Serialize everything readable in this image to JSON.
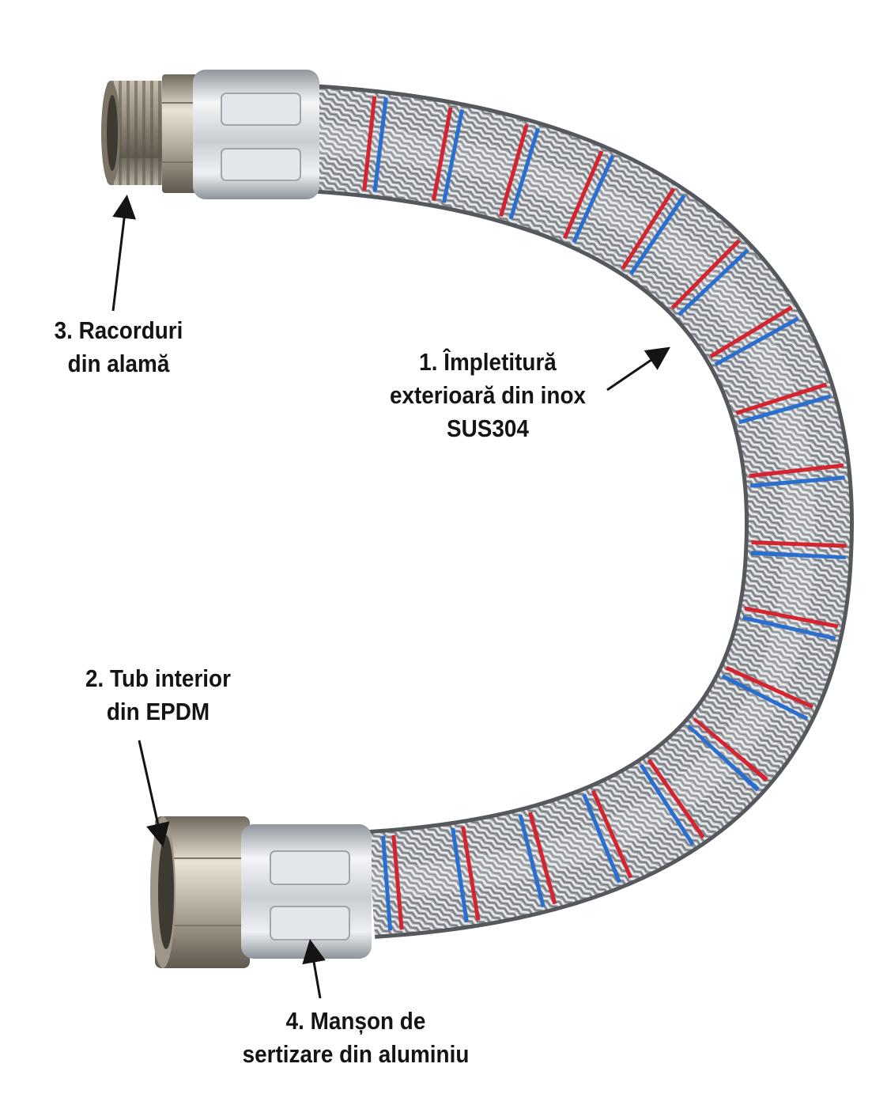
{
  "labels": {
    "braid": {
      "line1": "1. Împletitură",
      "line2": "exterioară din inox",
      "line3": "SUS304"
    },
    "inner_tube": {
      "line1": "2. Tub interior",
      "line2": "din EPDM"
    },
    "fittings": {
      "line1": "3. Racorduri",
      "line2": "din alamă"
    },
    "sleeve": {
      "line1": "4. Manșon de",
      "line2": "sertizare din aluminiu"
    }
  },
  "colors": {
    "braid_steel": "#a9acb0",
    "tracer_red": "#d32430",
    "tracer_blue": "#2a6fd0",
    "aluminium": "#d2d6da",
    "brass_nickel": "#c9c2b2",
    "text": "#141414"
  },
  "icons": [
    "arrow-icon"
  ]
}
